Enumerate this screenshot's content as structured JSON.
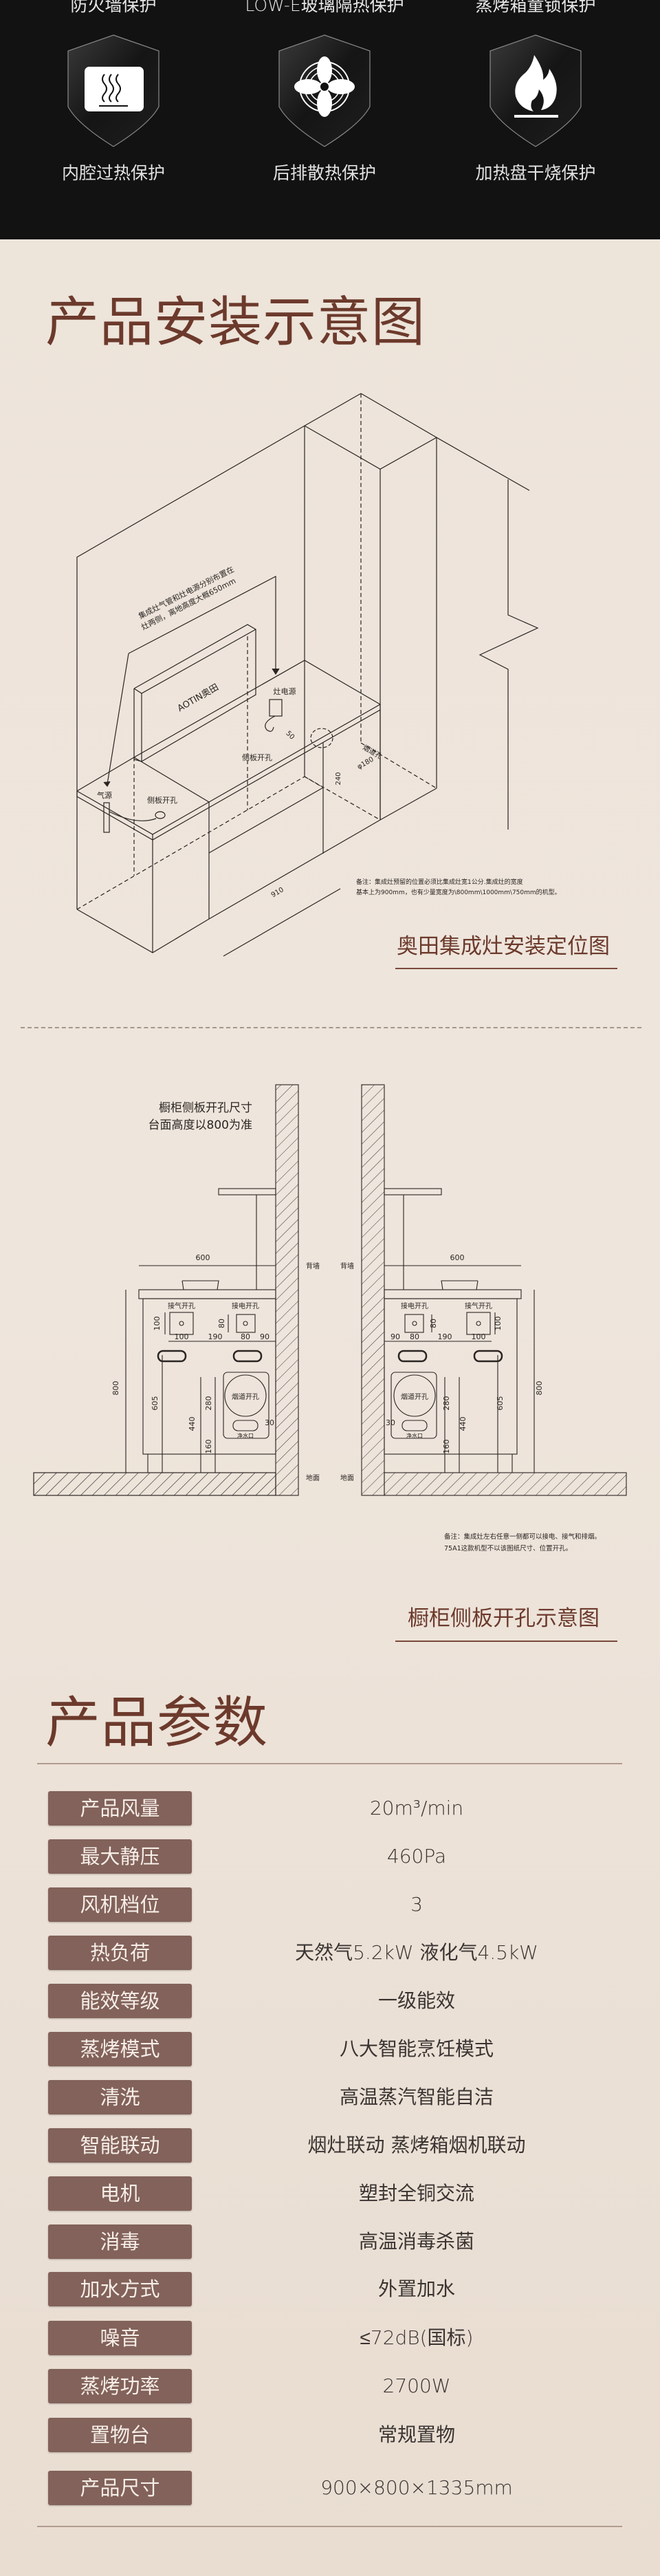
{
  "features": {
    "top_labels": [
      "防火墙保护",
      "LOW-E玻璃隔热保护",
      "蒸烤箱童锁保护"
    ],
    "items": [
      {
        "label": "内腔过热保护",
        "icon": "heat-icon"
      },
      {
        "label": "后排散热保护",
        "icon": "fan-icon"
      },
      {
        "label": "加热盘干烧保护",
        "icon": "flame-icon"
      }
    ]
  },
  "install": {
    "title": "产品安装示意图",
    "diagram1": {
      "note_line1": "集成灶气管和灶电源分别布置在",
      "note_line2": "灶两侧，离地高度大概650mm",
      "brand": "AOTIN奥田",
      "power": "灶电源",
      "side_hole_1": "侧板开孔",
      "side_hole_2": "侧板开孔",
      "gas": "气源",
      "dim_50": "50",
      "flue": "烟道孔",
      "flue_dia": "φ180",
      "dim_240": "240",
      "dim_910": "910",
      "remark_1": "备注：集成灶预留的位置必须比集成灶宽1公分.集成灶的宽度",
      "remark_2": "基本上为900mm，也有少量宽度为\\800mm\\1000mm\\750mm的机型。",
      "caption": "奥田集成灶安装定位图"
    },
    "diagram2": {
      "heading_1": "橱柜侧板开孔尺寸",
      "heading_2": "台面高度以800为准",
      "back_wall": "背墙",
      "floor": "地面",
      "gas_hole": "接气开孔",
      "power_hole": "接电开孔",
      "flue_hole": "烟道开孔",
      "water": "净水口",
      "dims": {
        "w600": "600",
        "h800": "800",
        "h605": "605",
        "h440": "440",
        "h280": "280",
        "h160": "160",
        "d100": "100",
        "d190": "190",
        "d80": "80",
        "d90": "90",
        "v100": "100",
        "v80": "80",
        "d30": "30"
      },
      "remark_1": "备注：集成灶左右任意一侧都可以接电、接气和排烟。",
      "remark_2": "75A1这款机型不以该图纸尺寸、位置开孔。",
      "caption": "橱柜侧板开孔示意图"
    }
  },
  "params": {
    "title": "产品参数",
    "rows": [
      {
        "label": "产品风量",
        "value": "20m³/min"
      },
      {
        "label": "最大静压",
        "value": "460Pa"
      },
      {
        "label": "风机档位",
        "value": "3"
      },
      {
        "label": "热负荷",
        "value": "天然气5.2kW 液化气4.5kW"
      },
      {
        "label": "能效等级",
        "value": "一级能效"
      },
      {
        "label": "蒸烤模式",
        "value": "八大智能烹饪模式"
      },
      {
        "label": "清洗",
        "value": "高温蒸汽智能自洁"
      },
      {
        "label": "智能联动",
        "value": "烟灶联动 蒸烤箱烟机联动"
      },
      {
        "label": "电机",
        "value": "塑封全铜交流"
      },
      {
        "label": "消毒",
        "value": "高温消毒杀菌"
      },
      {
        "label": "加水方式",
        "value": "外置加水"
      },
      {
        "label": "噪音",
        "value": "≤72dB(国标)"
      },
      {
        "label": "蒸烤功率",
        "value": "2700W"
      },
      {
        "label": "置物台",
        "value": "常规置物"
      },
      {
        "label": "产品尺寸",
        "value": "900×800×1335mm"
      }
    ]
  },
  "colors": {
    "title": "#6c3a2c",
    "label_bg": "#82625a",
    "dark_bg": "#121212",
    "page_bg": "#ede4da"
  }
}
